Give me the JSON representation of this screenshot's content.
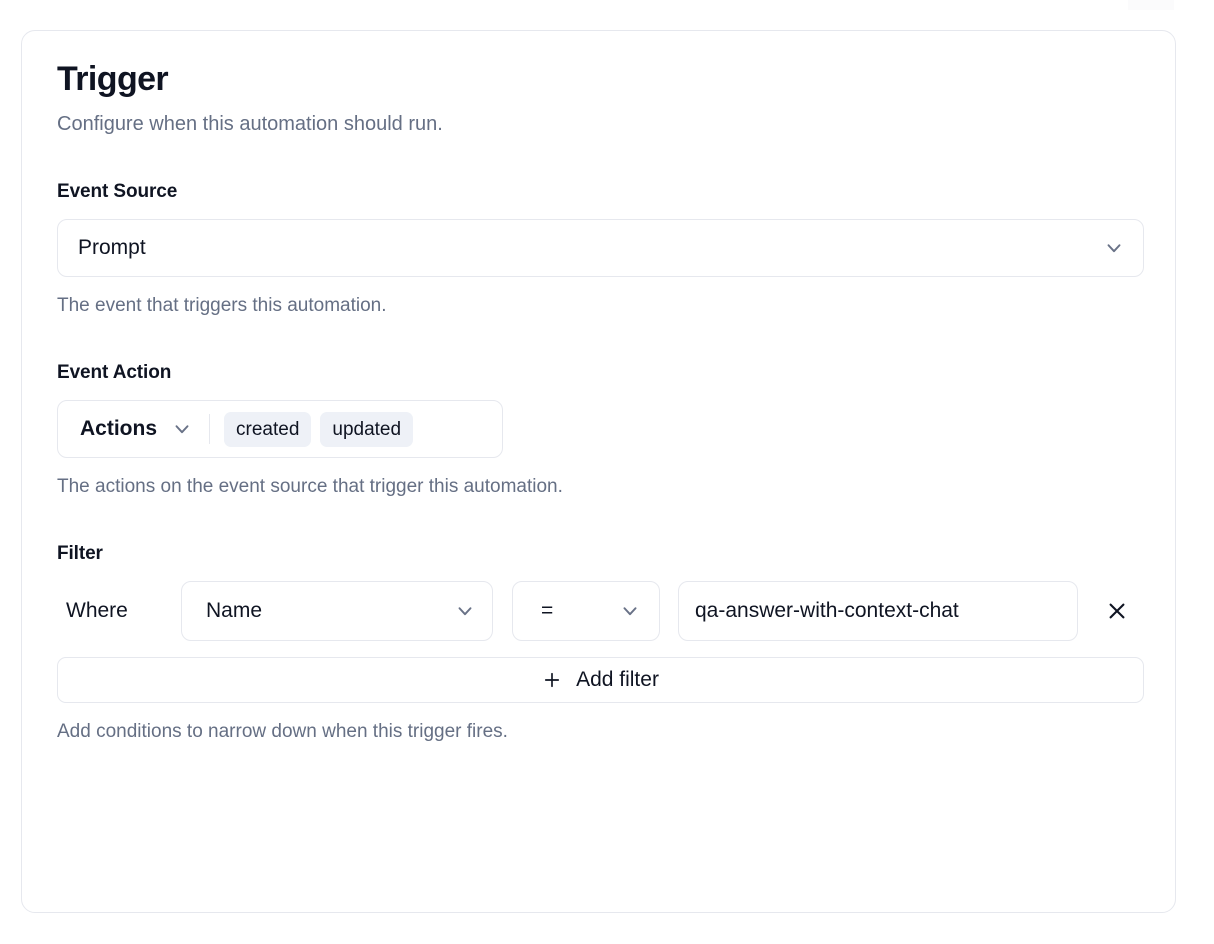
{
  "card": {
    "title": "Trigger",
    "subtitle": "Configure when this automation should run."
  },
  "event_source": {
    "label": "Event Source",
    "value": "Prompt",
    "help": "The event that triggers this automation.",
    "chevron_icon": "chevron-down-icon"
  },
  "event_action": {
    "label": "Event Action",
    "trigger_label": "Actions",
    "chips": [
      "created",
      "updated"
    ],
    "help": "The actions on the event source that trigger this automation.",
    "chevron_icon": "chevron-down-icon"
  },
  "filter": {
    "label": "Filter",
    "where_label": "Where",
    "field_value": "Name",
    "operator_value": "=",
    "input_value": "qa-answer-with-context-chat",
    "remove_icon": "close-icon",
    "add_filter_label": "Add filter",
    "add_filter_icon": "plus-icon",
    "help": "Add conditions to narrow down when this trigger fires."
  },
  "colors": {
    "text_primary": "#0f1422",
    "text_muted": "#656f84",
    "border": "#e6e8ee",
    "chip_bg": "#eef1f7",
    "surface": "#ffffff"
  }
}
